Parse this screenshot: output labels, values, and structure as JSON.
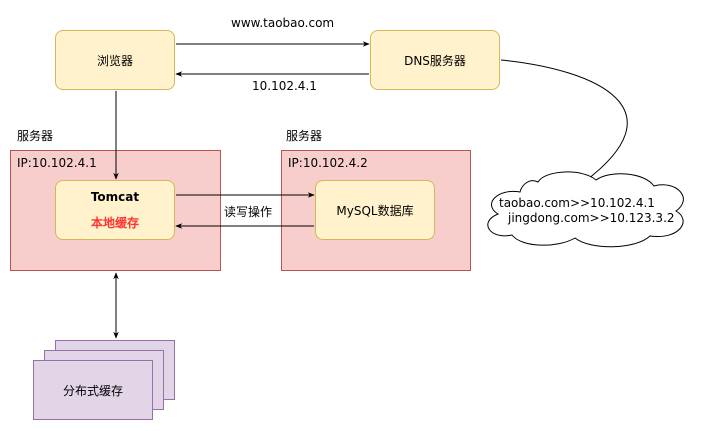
{
  "nodes": {
    "browser": "浏览器",
    "dns": "DNS服务器",
    "server_title_left": "服务器",
    "server_title_right": "服务器",
    "server_ip_left": "IP:10.102.4.1",
    "server_ip_right": "IP:10.102.4.2",
    "tomcat": "Tomcat",
    "local_cache": "本地缓存",
    "mysql": "MySQL数据库",
    "distributed_cache": "分布式缓存"
  },
  "edges": {
    "request_domain": "www.taobao.com",
    "response_ip": "10.102.4.1",
    "read_write": "读写操作"
  },
  "dns_records": [
    "taobao.com>>10.102.4.1",
    "jingdong.com>>10.123.3.2"
  ],
  "colors": {
    "yellow_fill": "#fff2cc",
    "yellow_stroke": "#d6b656",
    "red_fill": "#f8cecc",
    "red_stroke": "#b85450",
    "purple_fill": "#e1d5e7",
    "purple_stroke": "#9673a6",
    "cache_label": "#ff3333"
  }
}
